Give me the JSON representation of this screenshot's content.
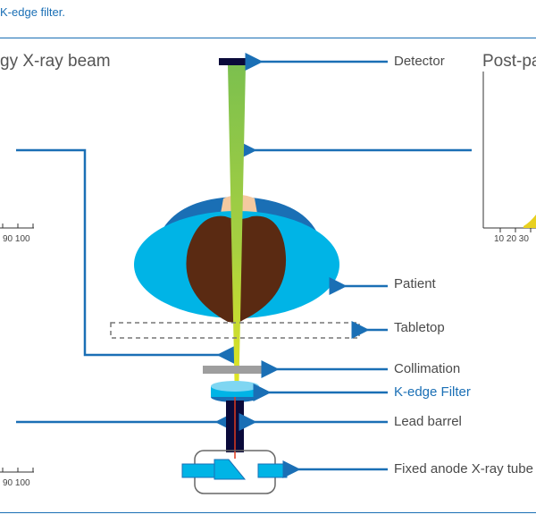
{
  "caption": "K-edge filter.",
  "left_chart": {
    "title": "gy X-ray beam",
    "top_ticks": "90 100",
    "bottom_ticks": "90 100"
  },
  "right_chart": {
    "title": "Post-pa",
    "ticks": "10 20 30"
  },
  "labels": {
    "detector": "Detector",
    "patient": "Patient",
    "tabletop": "Tabletop",
    "collimation": "Collimation",
    "kedge_filter": "K-edge Filter",
    "lead_barrel": "Lead barrel",
    "xray_tube": "Fixed anode X-ray tube"
  },
  "colors": {
    "accent_blue": "#1a6fb5",
    "patient_body": "#00b4e6",
    "patient_back": "#1a6fb5",
    "organ": "#5a2a12",
    "beam_top": "#7cc04e",
    "beam_bottom": "#e8e820",
    "detector": "#0a0a3a"
  }
}
